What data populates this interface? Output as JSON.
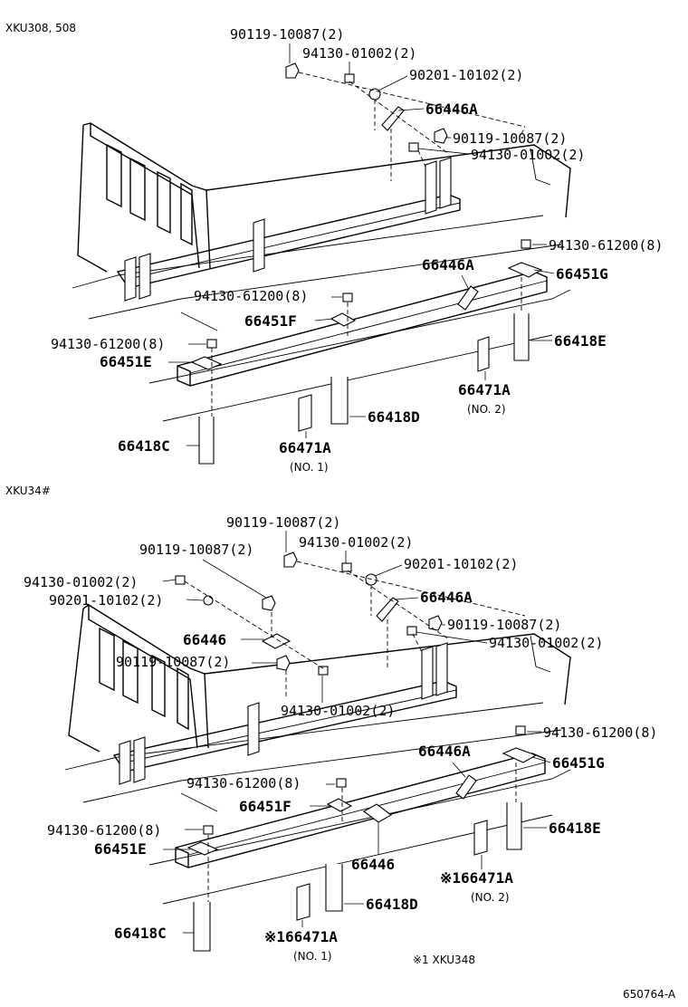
{
  "sections": {
    "top": "XKU308, 508",
    "bottom": "XKU34#"
  },
  "labels_top": {
    "bolt_a": "90119-10087(2)",
    "nut_a": "94130-01002(2)",
    "washer_a": "90201-10102(2)",
    "bracket_a": "66446A",
    "bolt_b": "90119-10087(2)",
    "nut_b": "94130-01002(2)",
    "nut_r": "94130-61200(8)",
    "bracket_r": "66446A",
    "plate_g": "66451G",
    "nut_m": "94130-61200(8)",
    "plate_f": "66451F",
    "nut_l": "94130-61200(8)",
    "plate_e": "66451E",
    "ubolt_e": "66418E",
    "clamp_no2": "66471A",
    "clamp_no2_sub": "(NO. 2)",
    "ubolt_d": "66418D",
    "ubolt_c": "66418C",
    "clamp_no1": "66471A",
    "clamp_no1_sub": "(NO. 1)"
  },
  "labels_bottom": {
    "bolt_top": "90119-10087(2)",
    "bolt_mid": "90119-10087(2)",
    "nut_top": "94130-01002(2)",
    "washer_top": "90201-10102(2)",
    "nut_left": "94130-01002(2)",
    "washer_left": "90201-10102(2)",
    "bracket_a": "66446A",
    "bolt_b": "90119-10087(2)",
    "bracket_plain": "66446",
    "nut_b": "94130-01002(2)",
    "bolt_left": "90119-10087(2)",
    "nut_c": "94130-01002(2)",
    "nut_r": "94130-61200(8)",
    "bracket_r": "66446A",
    "plate_g": "66451G",
    "nut_m": "94130-61200(8)",
    "plate_f": "66451F",
    "nut_l": "94130-61200(8)",
    "plate_e": "66451E",
    "bracket_plain2": "66446",
    "ubolt_e": "66418E",
    "clamp_no2": "※166471A",
    "clamp_no2_sub": "(NO. 2)",
    "ubolt_d": "66418D",
    "ubolt_c": "66418C",
    "clamp_no1": "※166471A",
    "clamp_no1_sub": "(NO. 1)"
  },
  "footnote": "※1 XKU348",
  "figure_code": "650764-A"
}
